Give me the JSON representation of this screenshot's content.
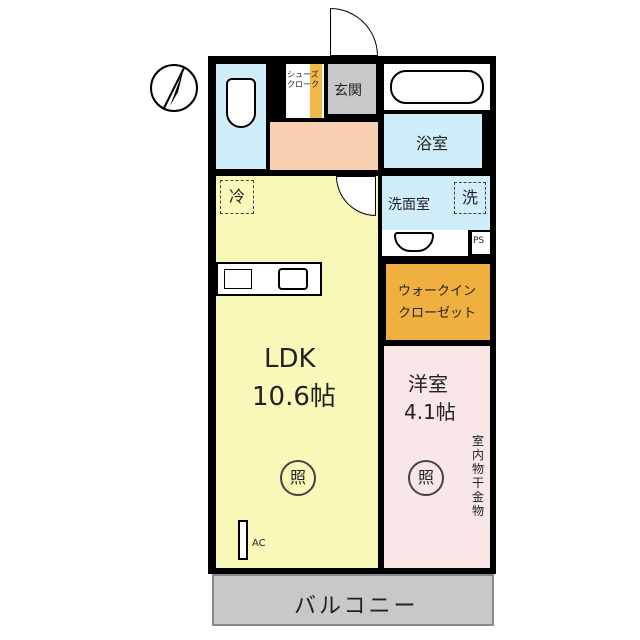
{
  "compass": {
    "icon": "north-arrow-icon"
  },
  "rooms": {
    "toilet": {
      "icon": "toilet-icon",
      "color": "#cfeefa"
    },
    "shoe_closet": {
      "label": "シューズクローク",
      "color": "#f0b848"
    },
    "entrance": {
      "label": "玄関",
      "color": "#c8c8c8"
    },
    "hall": {
      "color": "#f8cfb0"
    },
    "bath": {
      "label": "浴室",
      "color": "#cfeefa"
    },
    "washroom": {
      "label": "洗面室",
      "washer": "洗",
      "ps": "PS",
      "color": "#cfeefa"
    },
    "walk_in_closet": {
      "label_line1": "ウォークイン",
      "label_line2": "クローゼット",
      "color": "#f0b040"
    },
    "ldk": {
      "label": "LDK",
      "size": "10.6帖",
      "fridge": "冷",
      "light": "照",
      "ac": "AC",
      "color": "#f8f8b8"
    },
    "western": {
      "label": "洋室",
      "size": "4.1帖",
      "light": "照",
      "drying": "室内物干金物",
      "color": "#f9e6e6"
    },
    "balcony": {
      "label": "バルコニー",
      "color": "#c8c8c8"
    }
  }
}
